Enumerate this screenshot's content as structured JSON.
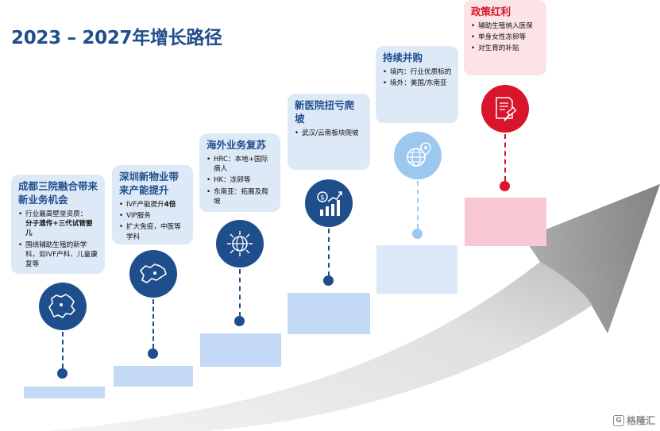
{
  "title": "2023 – 2027年增长路径",
  "cards": [
    {
      "title": "成都三院融合带来新业务机会",
      "items": [
        {
          "text": "行业最高壁垒资质：",
          "bold": "分子遗传+三代试管婴儿"
        },
        {
          "text": "围绕辅助生殖的新学科，如IVF产科、儿童康复等"
        }
      ]
    },
    {
      "title": "深圳新物业带来产能提升",
      "items": [
        {
          "text": "IVF产能提升",
          "bold": "4倍"
        },
        {
          "text": "VIP服务"
        },
        {
          "text": "扩大免疫，中医等学科"
        }
      ]
    },
    {
      "title": "海外业务复苏",
      "items": [
        {
          "text": "HRC：本地+国际病人"
        },
        {
          "text": "HK：冻卵等"
        },
        {
          "text": "东南亚：拓展及爬坡"
        }
      ]
    },
    {
      "title": "新医院扭亏爬坡",
      "items": [
        {
          "text": "武汉/云南板块爬坡"
        }
      ]
    },
    {
      "title": "持续并购",
      "items": [
        {
          "text": "境内：行业优质标的"
        },
        {
          "text": "境外：美国/东南亚"
        }
      ]
    },
    {
      "title": "政策红利",
      "items": [
        {
          "text": "辅助生殖纳入医保"
        },
        {
          "text": "单身女性冻卵等"
        },
        {
          "text": "对生育的补贴"
        }
      ]
    }
  ],
  "icons": [
    "sichuan-map-icon",
    "guangdong-map-icon",
    "globe-network-icon",
    "dollar-growth-chart-icon",
    "globe-location-icon",
    "legal-document-gavel-icon"
  ],
  "colors": {
    "navy": "#1f4e8c",
    "red": "#d9152b",
    "card_blue": "#dde9f7",
    "card_pink": "#fbe3e6",
    "step_blue": "#c3d9f5",
    "step_light": "#dae8f8",
    "step_pink": "#f8c9d2",
    "light_blue": "#9cc8ef"
  },
  "watermark": "格隆汇"
}
